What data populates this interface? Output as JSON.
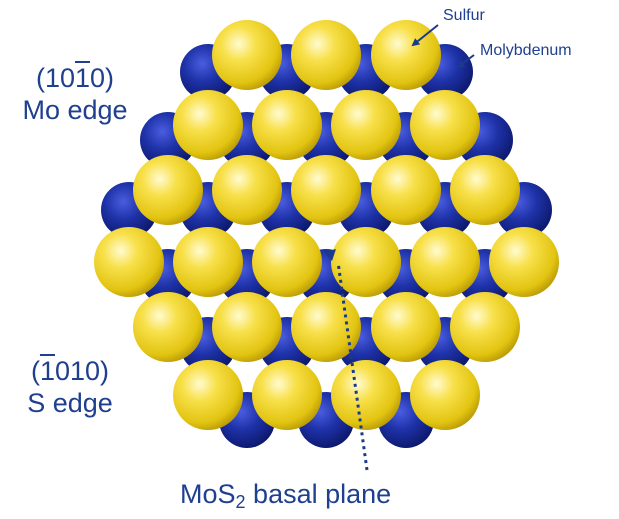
{
  "labels": {
    "sulfur": "Sulfur",
    "molybdenum": "Molybdenum",
    "mo_edge": {
      "prefix": "(10",
      "bar_digit": "1",
      "suffix": "0)",
      "name": "Mo edge"
    },
    "s_edge": {
      "prefix": "(",
      "bar_digit": "1",
      "suffix": "010)",
      "name": "S edge"
    },
    "basal_plane": {
      "pre": "MoS",
      "sub": "2",
      "post": " basal plane"
    }
  },
  "colors": {
    "sulfur": "#f2d21b",
    "molybdenum": "#1c2fa0",
    "text": "#1f3f8f",
    "arrow": "#1a3a8a"
  }
}
